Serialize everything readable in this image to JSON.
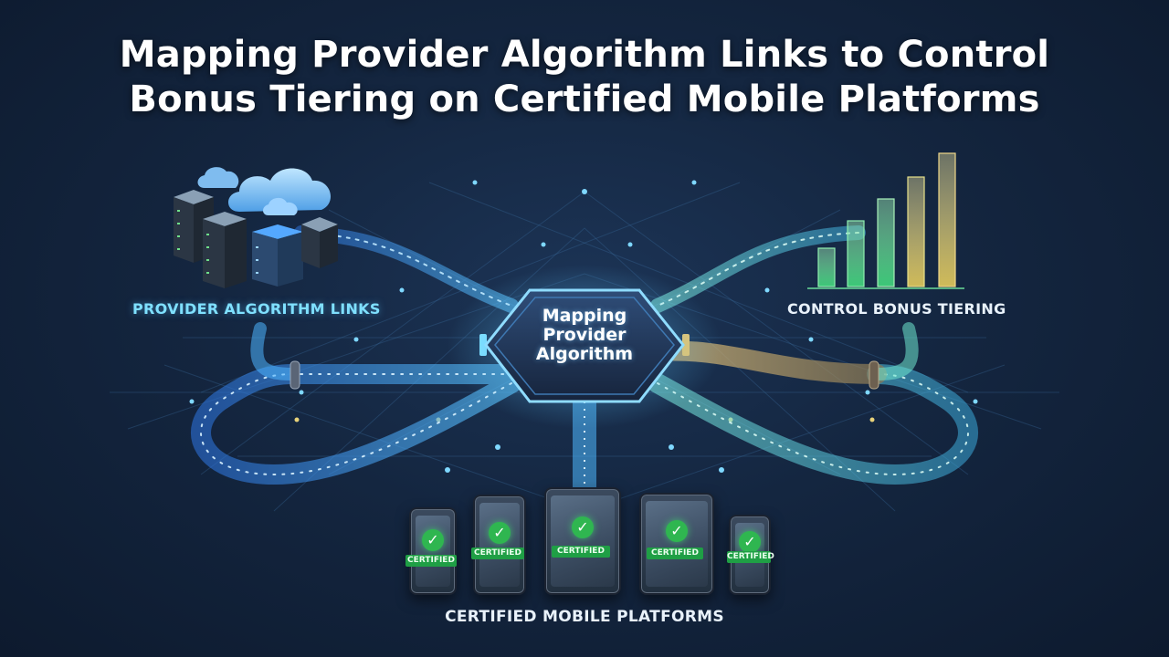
{
  "title": {
    "line1": "Mapping Provider Algorithm Links to Control",
    "line2": "Bonus Tiering on Certified Mobile Platforms"
  },
  "hub": {
    "line1": "Mapping",
    "line2": "Provider",
    "line3": "Algorithm"
  },
  "labels": {
    "provider": "PROVIDER ALGORITHM LINKS",
    "tiering": "CONTROL BONUS TIERING",
    "mobile": "CERTIFIED MOBILE PLATFORMS"
  },
  "devices": [
    {
      "kind": "phone",
      "badge": "CERTIFIED"
    },
    {
      "kind": "phone",
      "badge": "CERTIFIED"
    },
    {
      "kind": "tablet",
      "badge": "CERTIFIED"
    },
    {
      "kind": "tablet",
      "badge": "CERTIFIED"
    },
    {
      "kind": "phone",
      "badge": "CERTIFIED"
    }
  ],
  "icons": {
    "servers": "server-rack-icon",
    "cloud": "cloud-icon",
    "bars": "bar-chart-icon",
    "check": "checkmark-icon"
  },
  "colors": {
    "background": "#142640",
    "provider_flow": "#3fa9ff",
    "tiering_flow": "#6fe8d0",
    "bonus_flow": "#d9b46a",
    "accent_text": "#7fe0ff",
    "certified_green": "#2fb650"
  }
}
